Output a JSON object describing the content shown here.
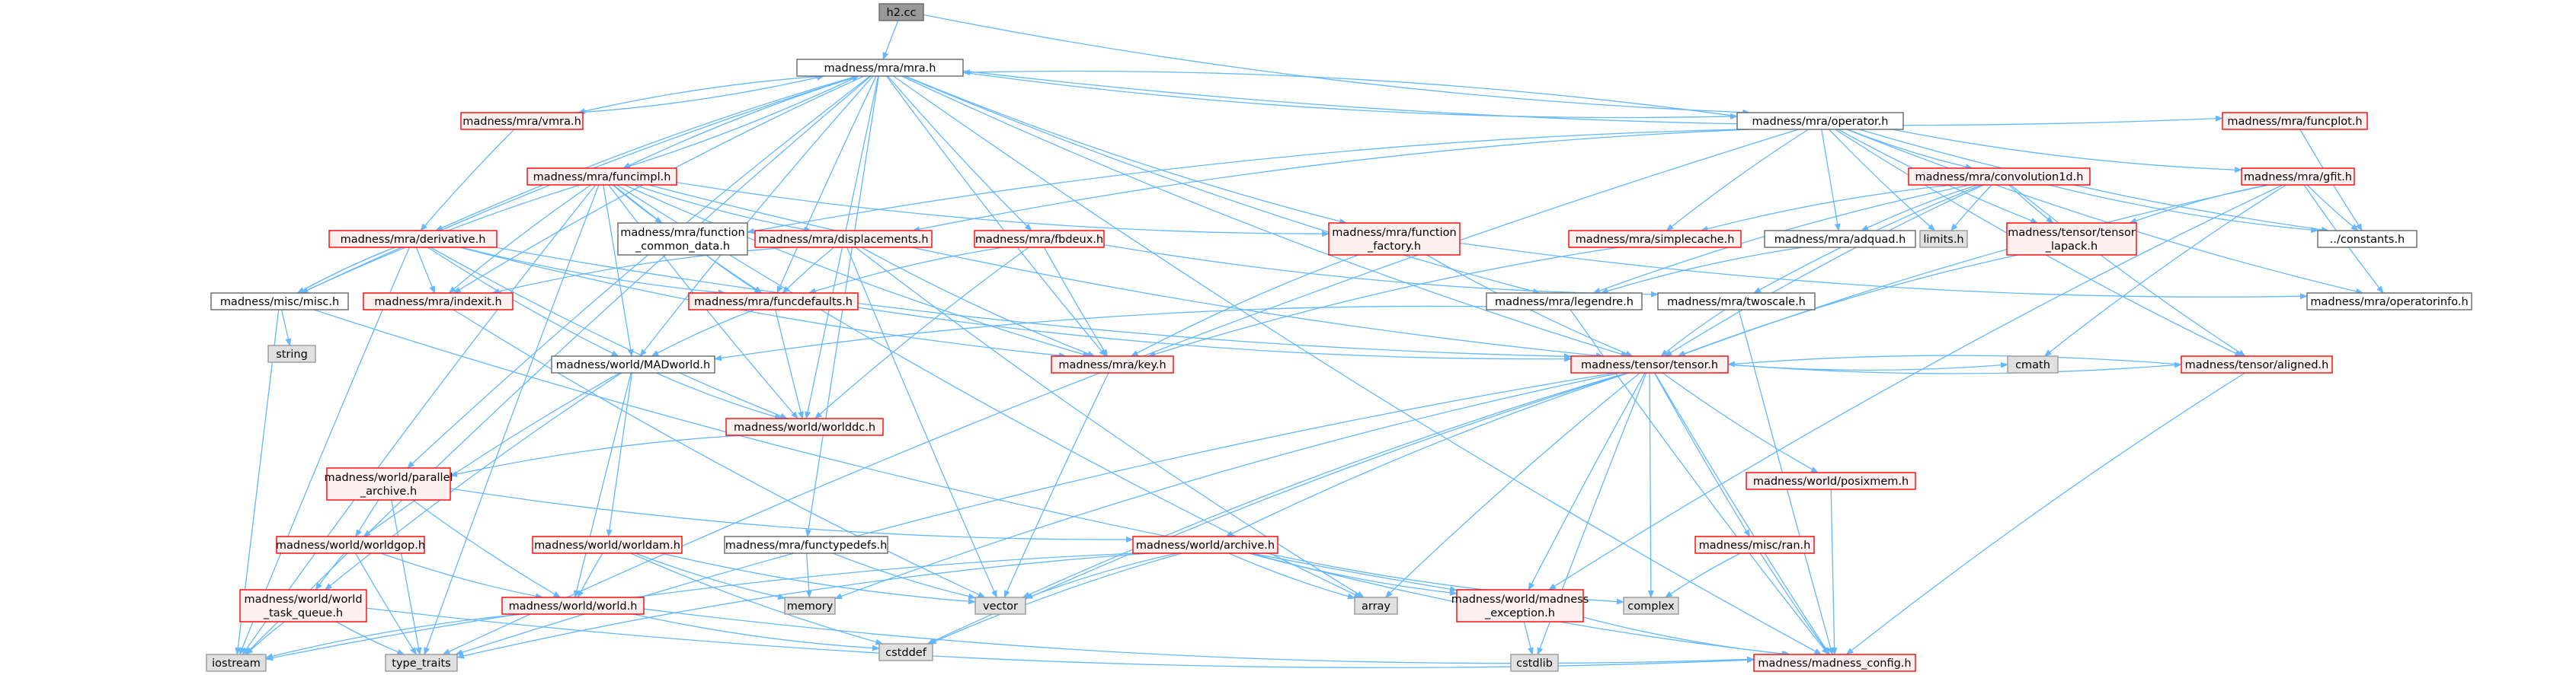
{
  "colors": {
    "root_fill": "#999999",
    "root_stroke": "#666666",
    "local_stroke": "#666666",
    "bad_stroke": "#ff0000",
    "system_fill": "#e0e0e0",
    "system_stroke": "#999999",
    "local_fill": "#ffffff",
    "bad_fill": "#fff0f0",
    "edge_color": "#63b8ff"
  },
  "nodes": [
    {
      "id": "h2cc",
      "label": "h2.cc",
      "kind": "root"
    },
    {
      "id": "mra_h",
      "label": "madness/mra/mra.h",
      "kind": "local"
    },
    {
      "id": "vmra",
      "label": "madness/mra/vmra.h",
      "kind": "bad"
    },
    {
      "id": "operator",
      "label": "madness/mra/operator.h",
      "kind": "local"
    },
    {
      "id": "funcplot",
      "label": "madness/mra/funcplot.h",
      "kind": "bad"
    },
    {
      "id": "funcimpl",
      "label": "madness/mra/funcimpl.h",
      "kind": "bad"
    },
    {
      "id": "convolution1d",
      "label": "madness/mra/convolution1d.h",
      "kind": "bad"
    },
    {
      "id": "gfit",
      "label": "madness/mra/gfit.h",
      "kind": "bad"
    },
    {
      "id": "derivative",
      "label": "madness/mra/derivative.h",
      "kind": "bad"
    },
    {
      "id": "func_common",
      "label": [
        "madness/mra/function",
        "_common_data.h"
      ],
      "kind": "local"
    },
    {
      "id": "displacements",
      "label": "madness/mra/displacements.h",
      "kind": "bad"
    },
    {
      "id": "fbdeux",
      "label": "madness/mra/fbdeux.h",
      "kind": "bad"
    },
    {
      "id": "func_factory",
      "label": [
        "madness/mra/function",
        "_factory.h"
      ],
      "kind": "bad"
    },
    {
      "id": "simplecache",
      "label": "madness/mra/simplecache.h",
      "kind": "bad"
    },
    {
      "id": "adquad",
      "label": "madness/mra/adquad.h",
      "kind": "local"
    },
    {
      "id": "limits",
      "label": "limits.h",
      "kind": "system"
    },
    {
      "id": "tensor_lapack",
      "label": [
        "madness/tensor/tensor",
        "_lapack.h"
      ],
      "kind": "bad"
    },
    {
      "id": "constants",
      "label": "../constants.h",
      "kind": "local"
    },
    {
      "id": "misc",
      "label": "madness/misc/misc.h",
      "kind": "local"
    },
    {
      "id": "indexit",
      "label": "madness/mra/indexit.h",
      "kind": "bad"
    },
    {
      "id": "funcdefaults",
      "label": "madness/mra/funcdefaults.h",
      "kind": "bad"
    },
    {
      "id": "legendre",
      "label": "madness/mra/legendre.h",
      "kind": "local"
    },
    {
      "id": "twoscale",
      "label": "madness/mra/twoscale.h",
      "kind": "local"
    },
    {
      "id": "operatorinfo",
      "label": "madness/mra/operatorinfo.h",
      "kind": "local"
    },
    {
      "id": "string",
      "label": "string",
      "kind": "system"
    },
    {
      "id": "madworld",
      "label": "madness/world/MADworld.h",
      "kind": "local"
    },
    {
      "id": "key",
      "label": "madness/mra/key.h",
      "kind": "bad"
    },
    {
      "id": "tensor",
      "label": "madness/tensor/tensor.h",
      "kind": "bad"
    },
    {
      "id": "cmath",
      "label": "cmath",
      "kind": "system"
    },
    {
      "id": "aligned",
      "label": "madness/tensor/aligned.h",
      "kind": "bad"
    },
    {
      "id": "worlddc",
      "label": "madness/world/worlddc.h",
      "kind": "bad"
    },
    {
      "id": "parallel_archive",
      "label": [
        "madness/world/parallel",
        "_archive.h"
      ],
      "kind": "bad"
    },
    {
      "id": "posixmem",
      "label": "madness/world/posixmem.h",
      "kind": "bad"
    },
    {
      "id": "worldgop",
      "label": "madness/world/worldgop.h",
      "kind": "bad"
    },
    {
      "id": "worldam",
      "label": "madness/world/worldam.h",
      "kind": "bad"
    },
    {
      "id": "functypedefs",
      "label": "madness/mra/functypedefs.h",
      "kind": "local"
    },
    {
      "id": "archive",
      "label": "madness/world/archive.h",
      "kind": "bad"
    },
    {
      "id": "ran",
      "label": "madness/misc/ran.h",
      "kind": "bad"
    },
    {
      "id": "world_task_queue",
      "label": [
        "madness/world/world",
        "_task_queue.h"
      ],
      "kind": "bad"
    },
    {
      "id": "world",
      "label": "madness/world/world.h",
      "kind": "bad"
    },
    {
      "id": "memory",
      "label": "memory",
      "kind": "system"
    },
    {
      "id": "vector",
      "label": "vector",
      "kind": "system"
    },
    {
      "id": "array",
      "label": "array",
      "kind": "system"
    },
    {
      "id": "complex",
      "label": "complex",
      "kind": "system"
    },
    {
      "id": "madness_exception",
      "label": [
        "madness/world/madness",
        "_exception.h"
      ],
      "kind": "bad"
    },
    {
      "id": "iostream",
      "label": "iostream",
      "kind": "system"
    },
    {
      "id": "type_traits",
      "label": "type_traits",
      "kind": "system"
    },
    {
      "id": "cstddef",
      "label": "cstddef",
      "kind": "system"
    },
    {
      "id": "cstdlib",
      "label": "cstdlib",
      "kind": "system"
    },
    {
      "id": "madness_config",
      "label": "madness/madness_config.h",
      "kind": "bad"
    }
  ],
  "edges": [
    [
      "h2cc",
      "mra_h"
    ],
    [
      "h2cc",
      "operator"
    ],
    [
      "mra_h",
      "vmra"
    ],
    [
      "mra_h",
      "operator"
    ],
    [
      "mra_h",
      "funcplot"
    ],
    [
      "mra_h",
      "funcimpl"
    ],
    [
      "mra_h",
      "derivative"
    ],
    [
      "mra_h",
      "fbdeux"
    ],
    [
      "mra_h",
      "func_factory"
    ],
    [
      "mra_h",
      "misc"
    ],
    [
      "mra_h",
      "indexit"
    ],
    [
      "mra_h",
      "funcdefaults"
    ],
    [
      "mra_h",
      "legendre"
    ],
    [
      "mra_h",
      "madworld"
    ],
    [
      "mra_h",
      "key"
    ],
    [
      "mra_h",
      "tensor"
    ],
    [
      "mra_h",
      "worlddc"
    ],
    [
      "mra_h",
      "parallel_archive"
    ],
    [
      "mra_h",
      "functypedefs"
    ],
    [
      "mra_h",
      "iostream"
    ],
    [
      "mra_h",
      "madness_config"
    ],
    [
      "vmra",
      "derivative"
    ],
    [
      "vmra",
      "mra_h"
    ],
    [
      "operator",
      "convolution1d"
    ],
    [
      "operator",
      "gfit"
    ],
    [
      "operator",
      "displacements"
    ],
    [
      "operator",
      "simplecache"
    ],
    [
      "operator",
      "adquad"
    ],
    [
      "operator",
      "limits"
    ],
    [
      "operator",
      "tensor_lapack"
    ],
    [
      "operator",
      "constants"
    ],
    [
      "operator",
      "operatorinfo"
    ],
    [
      "operator",
      "func_common"
    ],
    [
      "operator",
      "aligned"
    ],
    [
      "operator",
      "type_traits"
    ],
    [
      "operator",
      "mra_h"
    ],
    [
      "funcplot",
      "constants"
    ],
    [
      "funcimpl",
      "func_common"
    ],
    [
      "funcimpl",
      "displacements"
    ],
    [
      "funcimpl",
      "func_factory"
    ],
    [
      "funcimpl",
      "misc"
    ],
    [
      "funcimpl",
      "indexit"
    ],
    [
      "funcimpl",
      "funcdefaults"
    ],
    [
      "funcimpl",
      "madworld"
    ],
    [
      "funcimpl",
      "key"
    ],
    [
      "funcimpl",
      "tensor"
    ],
    [
      "funcimpl",
      "worlddc"
    ],
    [
      "funcimpl",
      "array"
    ],
    [
      "funcimpl",
      "iostream"
    ],
    [
      "funcimpl",
      "type_traits"
    ],
    [
      "funcimpl",
      "mra_h"
    ],
    [
      "convolution1d",
      "limits"
    ],
    [
      "convolution1d",
      "tensor_lapack"
    ],
    [
      "convolution1d",
      "constants"
    ],
    [
      "convolution1d",
      "simplecache"
    ],
    [
      "convolution1d",
      "adquad"
    ],
    [
      "convolution1d",
      "twoscale"
    ],
    [
      "convolution1d",
      "tensor"
    ],
    [
      "convolution1d",
      "aligned"
    ],
    [
      "convolution1d",
      "legendre"
    ],
    [
      "gfit",
      "constants"
    ],
    [
      "gfit",
      "tensor_lapack"
    ],
    [
      "gfit",
      "operatorinfo"
    ],
    [
      "gfit",
      "tensor"
    ],
    [
      "gfit",
      "cmath"
    ],
    [
      "gfit",
      "madness_exception"
    ],
    [
      "derivative",
      "misc"
    ],
    [
      "derivative",
      "indexit"
    ],
    [
      "derivative",
      "funcdefaults"
    ],
    [
      "derivative",
      "madworld"
    ],
    [
      "derivative",
      "key"
    ],
    [
      "derivative",
      "worlddc"
    ],
    [
      "derivative",
      "iostream"
    ],
    [
      "derivative",
      "tensor"
    ],
    [
      "func_common",
      "funcdefaults"
    ],
    [
      "displacements",
      "funcdefaults"
    ],
    [
      "displacements",
      "indexit"
    ],
    [
      "displacements",
      "key"
    ],
    [
      "displacements",
      "vector"
    ],
    [
      "displacements",
      "array"
    ],
    [
      "fbdeux",
      "funcdefaults"
    ],
    [
      "fbdeux",
      "key"
    ],
    [
      "fbdeux",
      "twoscale"
    ],
    [
      "fbdeux",
      "worlddc"
    ],
    [
      "func_factory",
      "key"
    ],
    [
      "func_factory",
      "tensor"
    ],
    [
      "func_factory",
      "operatorinfo"
    ],
    [
      "simplecache",
      "key"
    ],
    [
      "adquad",
      "legendre"
    ],
    [
      "tensor_lapack",
      "tensor"
    ],
    [
      "misc",
      "string"
    ],
    [
      "misc",
      "iostream"
    ],
    [
      "misc",
      "madness_exception"
    ],
    [
      "indexit",
      "vector"
    ],
    [
      "funcdefaults",
      "madworld"
    ],
    [
      "funcdefaults",
      "worlddc"
    ],
    [
      "funcdefaults",
      "tensor"
    ],
    [
      "legendre",
      "madworld"
    ],
    [
      "legendre",
      "madness_config"
    ],
    [
      "twoscale",
      "tensor"
    ],
    [
      "twoscale",
      "madness_config"
    ],
    [
      "madworld",
      "worldgop"
    ],
    [
      "madworld",
      "worldam"
    ],
    [
      "madworld",
      "world"
    ],
    [
      "madworld",
      "world_task_queue"
    ],
    [
      "madworld",
      "worlddc"
    ],
    [
      "key",
      "vector"
    ],
    [
      "tensor",
      "aligned"
    ],
    [
      "tensor",
      "cmath"
    ],
    [
      "tensor",
      "posixmem"
    ],
    [
      "tensor",
      "archive"
    ],
    [
      "tensor",
      "ran"
    ],
    [
      "tensor",
      "memory"
    ],
    [
      "tensor",
      "vector"
    ],
    [
      "tensor",
      "array"
    ],
    [
      "tensor",
      "complex"
    ],
    [
      "tensor",
      "madness_exception"
    ],
    [
      "tensor",
      "type_traits"
    ],
    [
      "tensor",
      "cstddef"
    ],
    [
      "tensor",
      "cstdlib"
    ],
    [
      "tensor",
      "madness_config"
    ],
    [
      "aligned",
      "madness_config"
    ],
    [
      "aligned",
      "tensor"
    ],
    [
      "worlddc",
      "parallel_archive"
    ],
    [
      "parallel_archive",
      "archive"
    ],
    [
      "parallel_archive",
      "worldgop"
    ],
    [
      "parallel_archive",
      "world"
    ],
    [
      "parallel_archive",
      "type_traits"
    ],
    [
      "posixmem",
      "madness_config"
    ],
    [
      "worldgop",
      "world_task_queue"
    ],
    [
      "worldgop",
      "world"
    ],
    [
      "worldgop",
      "type_traits"
    ],
    [
      "worldam",
      "world"
    ],
    [
      "worldam",
      "memory"
    ],
    [
      "worldam",
      "vector"
    ],
    [
      "worldam",
      "cstddef"
    ],
    [
      "functypedefs",
      "memory"
    ],
    [
      "functypedefs",
      "vector"
    ],
    [
      "archive",
      "madness_exception"
    ],
    [
      "archive",
      "vector"
    ],
    [
      "archive",
      "array"
    ],
    [
      "archive",
      "complex"
    ],
    [
      "archive",
      "iostream"
    ],
    [
      "archive",
      "type_traits"
    ],
    [
      "archive",
      "cstddef"
    ],
    [
      "archive",
      "madness_config"
    ],
    [
      "ran",
      "complex"
    ],
    [
      "ran",
      "madness_config"
    ],
    [
      "world_task_queue",
      "iostream"
    ],
    [
      "world_task_queue",
      "type_traits"
    ],
    [
      "world_task_queue",
      "madness_config"
    ],
    [
      "world",
      "iostream"
    ],
    [
      "world",
      "cstddef"
    ],
    [
      "world",
      "madness_config"
    ],
    [
      "madness_exception",
      "cstdlib"
    ],
    [
      "madness_exception",
      "madness_config"
    ]
  ]
}
